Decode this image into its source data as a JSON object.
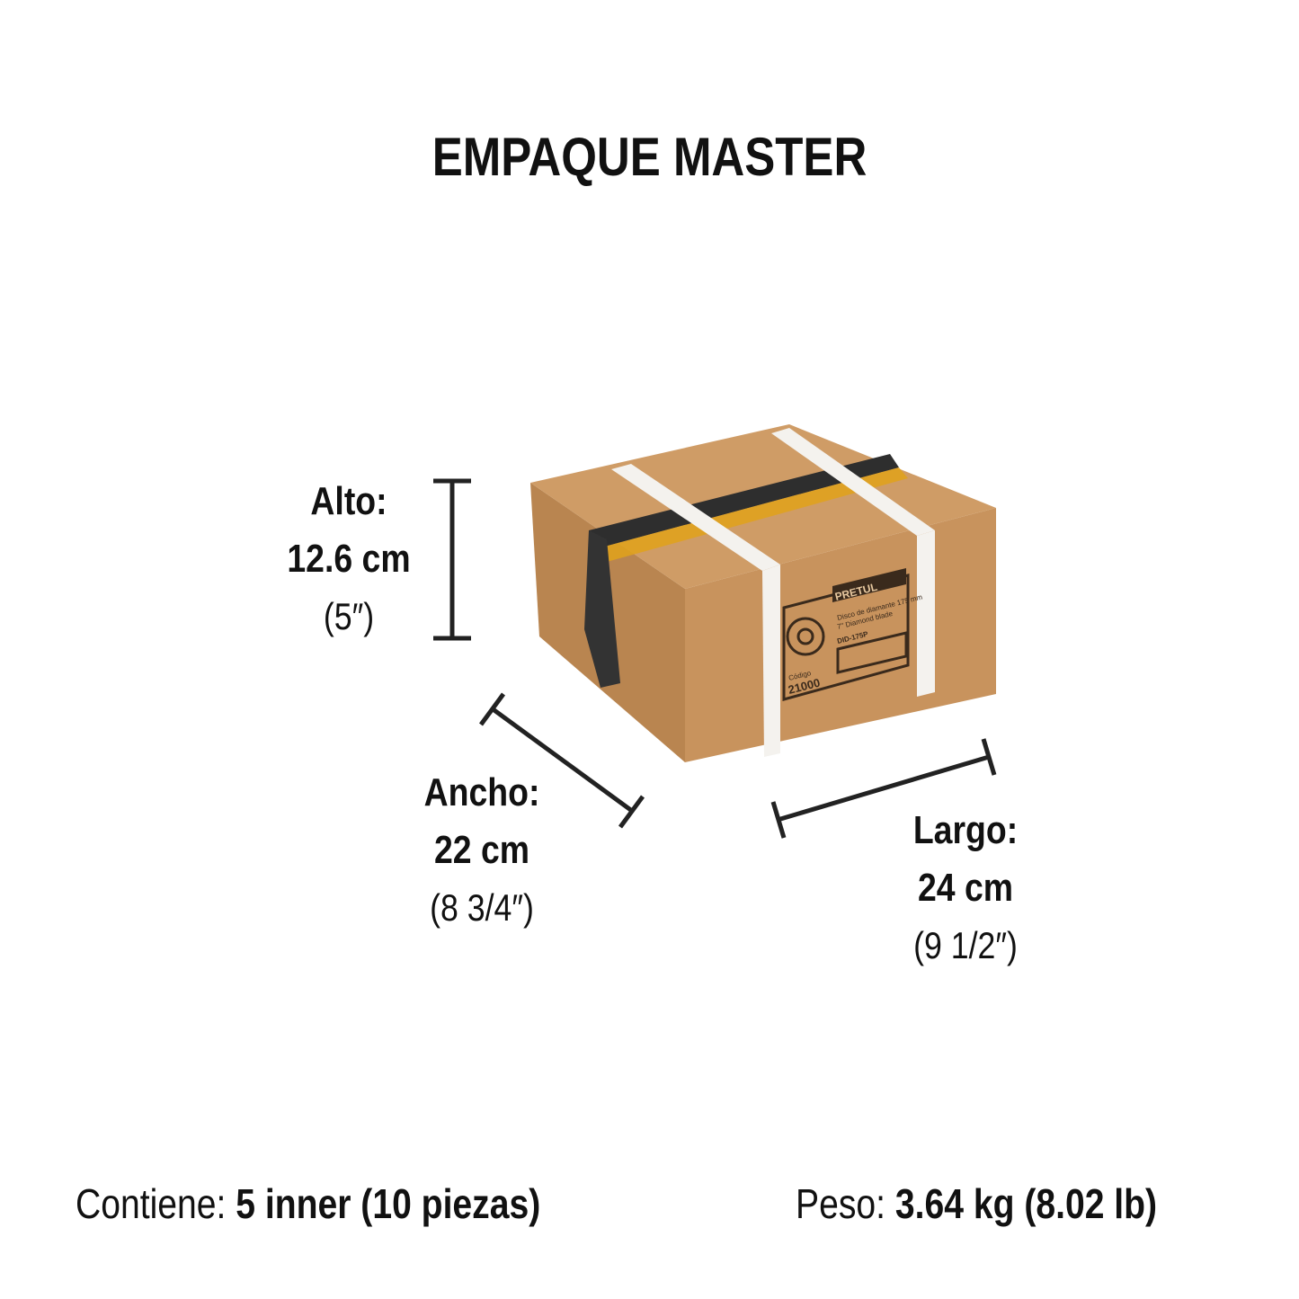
{
  "title": "EMPAQUE MASTER",
  "dimensions": {
    "alto": {
      "label": "Alto:",
      "value": "12.6 cm",
      "inches": "(5″)"
    },
    "ancho": {
      "label": "Ancho:",
      "value": "22 cm",
      "inches": "(8 3/4″)"
    },
    "largo": {
      "label": "Largo:",
      "value": "24 cm",
      "inches": "(9 1/2″)"
    }
  },
  "footer": {
    "contents_label": "Contiene:",
    "contents_value": "5 inner (10 piezas)",
    "weight_label": "Peso:",
    "weight_value": "3.64 kg",
    "weight_lb": "(8.02 lb)"
  },
  "box_label": {
    "brand": "PRETUL",
    "product_es": "Disco de diamante 175 mm",
    "product_en": "7\" Diamond blade",
    "model": "DID-175P",
    "code_label": "Código",
    "code": "21000"
  },
  "colors": {
    "cardboard": "#c99660",
    "cardboard_dark": "#b6824d",
    "tape": "#2b2b2b",
    "tape_yellow": "#e0a21a",
    "ink": "#111111"
  }
}
